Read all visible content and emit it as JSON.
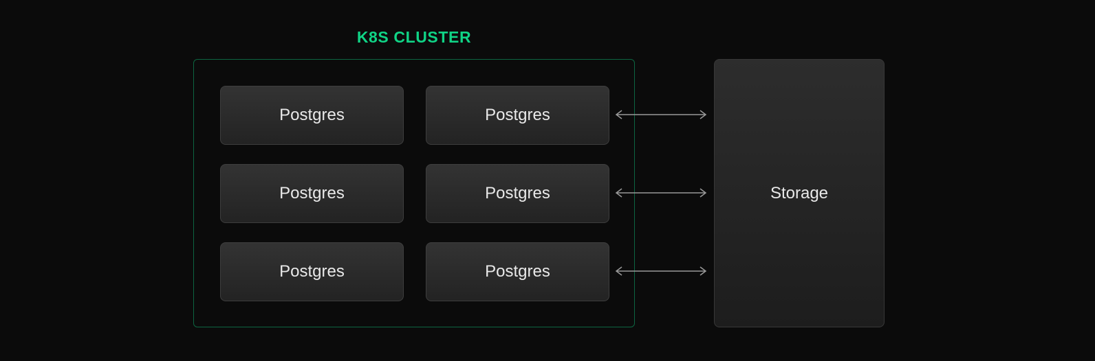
{
  "diagram": {
    "title": "K8S CLUSTER",
    "cluster": {
      "label": "K8S CLUSTER",
      "nodes": [
        {
          "label": "Postgres"
        },
        {
          "label": "Postgres"
        },
        {
          "label": "Postgres"
        },
        {
          "label": "Postgres"
        },
        {
          "label": "Postgres"
        },
        {
          "label": "Postgres"
        }
      ]
    },
    "storage": {
      "label": "Storage"
    },
    "connections": [
      {
        "from": "postgres-row-1-right",
        "to": "storage",
        "direction": "bidirectional"
      },
      {
        "from": "postgres-row-2-right",
        "to": "storage",
        "direction": "bidirectional"
      },
      {
        "from": "postgres-row-3-right",
        "to": "storage",
        "direction": "bidirectional"
      }
    ],
    "colors": {
      "background": "#0b0b0b",
      "accent_green": "#10d486",
      "cluster_border": "#2a6e54",
      "node_text": "#e9e9e9",
      "arrow": "#9a9a9a"
    }
  }
}
